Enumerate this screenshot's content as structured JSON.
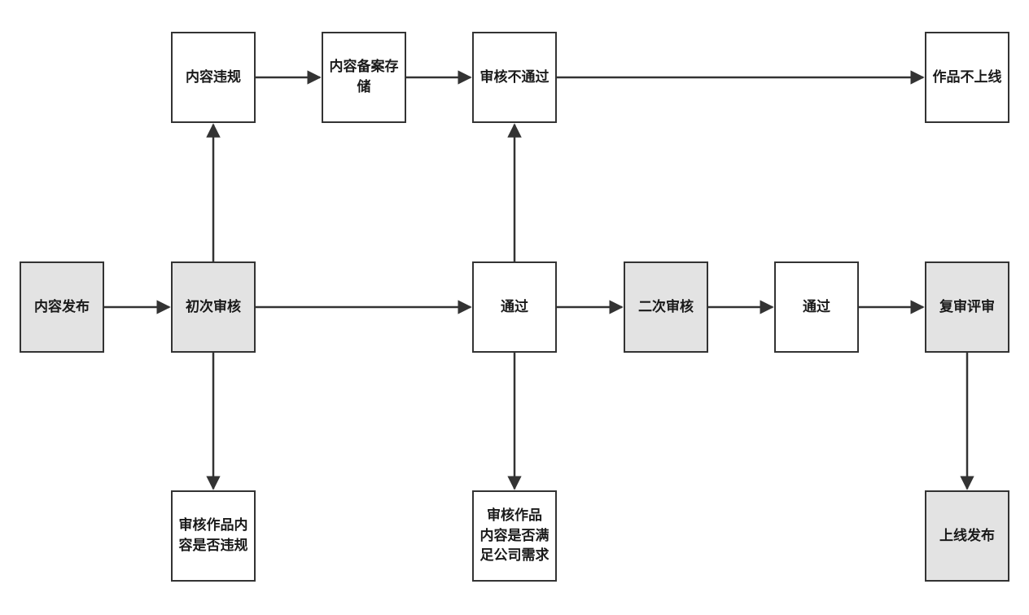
{
  "diagram": {
    "colors": {
      "line": "#333333",
      "node_border": "#333333",
      "node_fill_plain": "#ffffff",
      "node_fill_highlight": "#e3e3e3"
    },
    "nodes": {
      "content_publish": "内容发布",
      "initial_review": "初次审核",
      "review_content_violation": "审核作品内\n容是否违规",
      "content_violation": "内容违规",
      "content_archive": "内容备案存\n储",
      "review_fail": "审核不通过",
      "work_not_online": "作品不上线",
      "pass_1": "通过",
      "review_meets_requirements": "审核作品\n内容是否满\n足公司需求",
      "second_review": "二次审核",
      "pass_2": "通过",
      "re_review": "复审评审",
      "go_live": "上线发布"
    }
  }
}
